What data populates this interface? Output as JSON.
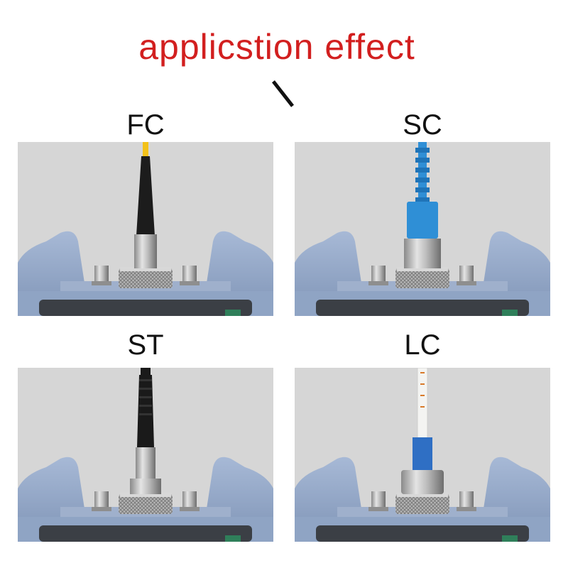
{
  "page": {
    "title": "applicstion effect"
  },
  "panels": [
    {
      "label": "FC",
      "cable_color": "#f3c21a",
      "boot_color": "#1c1c1c",
      "connector": "fc"
    },
    {
      "label": "SC",
      "cable_color": "#2f8fd6",
      "boot_color": "#2f8fd6",
      "connector": "sc"
    },
    {
      "label": "ST",
      "cable_color": "#1a1a1a",
      "boot_color": "#1a1a1a",
      "connector": "st"
    },
    {
      "label": "LC",
      "cable_color": "#f4f4f2",
      "boot_color": "#f4f4f2",
      "connector": "lc"
    }
  ],
  "colors": {
    "title": "#d21f1f",
    "device_body": "#8fa4c4",
    "device_dark": "#3b3f45",
    "background_panel": "#d6d6d6"
  }
}
